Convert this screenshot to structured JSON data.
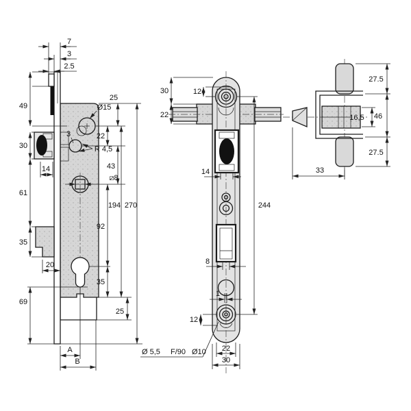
{
  "drawing": {
    "subject": "mortise lock three-view dimensional drawing",
    "colors": {
      "case_fill": "#d6d6d6",
      "plate_fill": "#e3e3e3",
      "line": "#1c1c1c",
      "bolt_black": "#111111",
      "background": "#ffffff"
    },
    "side": {
      "t7": "7",
      "t3": "3",
      "t25": "2.5",
      "l49": "49",
      "l30": "30",
      "l61": "61",
      "l35": "35",
      "l69": "69",
      "b14": "14",
      "b20": "20",
      "bA": "A",
      "bB": "B",
      "r25t": "25",
      "r22": "22",
      "r43": "43",
      "r92": "92",
      "r35": "35",
      "r25b": "25",
      "r194": "194",
      "r270": "270",
      "dia15": "Ø15",
      "off3": "3",
      "rad45": "R 4,5",
      "sq8": "⧄8"
    },
    "front": {
      "d30": "30",
      "d12t": "12",
      "d22": "22",
      "d14": "14",
      "d244": "244",
      "d8": "8",
      "d1": "1",
      "d12b": "12",
      "d22b": "22",
      "d30b": "30",
      "note1": "Ø 5,5",
      "note2": "F/90",
      "note3": "Ø10"
    },
    "plan": {
      "d275t": "27.5",
      "d165": "16,5",
      "d46": "46",
      "d275b": "27.5",
      "d33": "33"
    }
  }
}
